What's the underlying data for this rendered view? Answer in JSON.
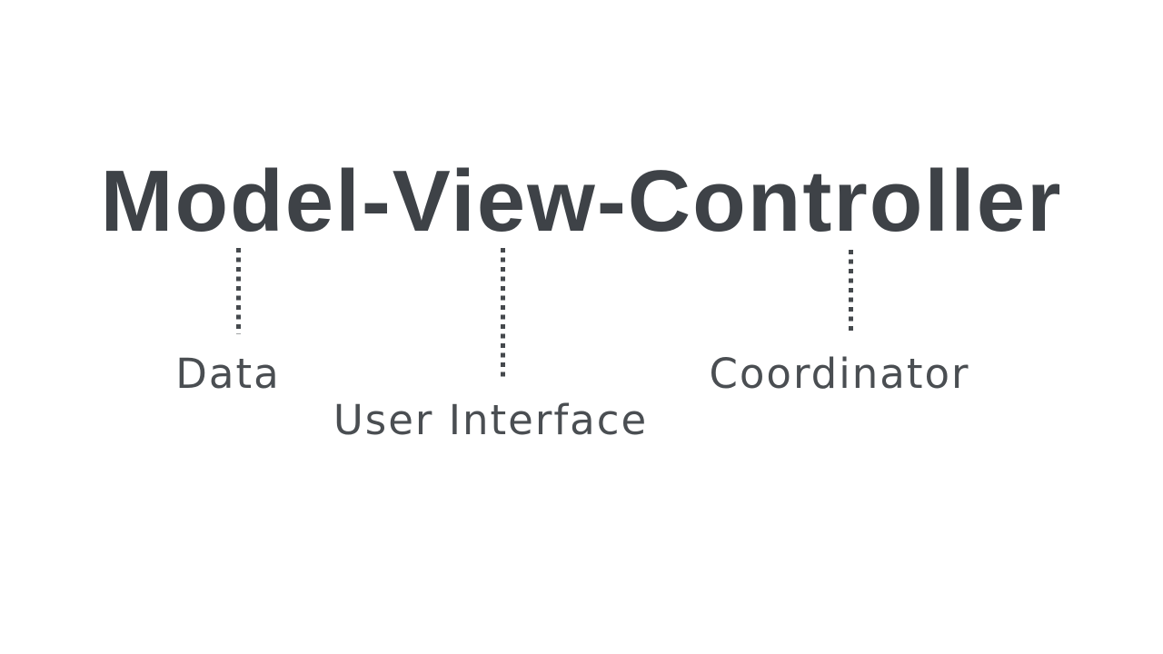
{
  "page": {
    "background_color": "#ffffff",
    "title_color": "#3e4247",
    "label_color": "#4a4e52",
    "connector_dot_color": "#45494d"
  },
  "title": {
    "text": "Model-View-Controller"
  },
  "annotations": {
    "model": {
      "label": "Data"
    },
    "view": {
      "label": "User Interface"
    },
    "controller": {
      "label": "Coordinator"
    }
  }
}
